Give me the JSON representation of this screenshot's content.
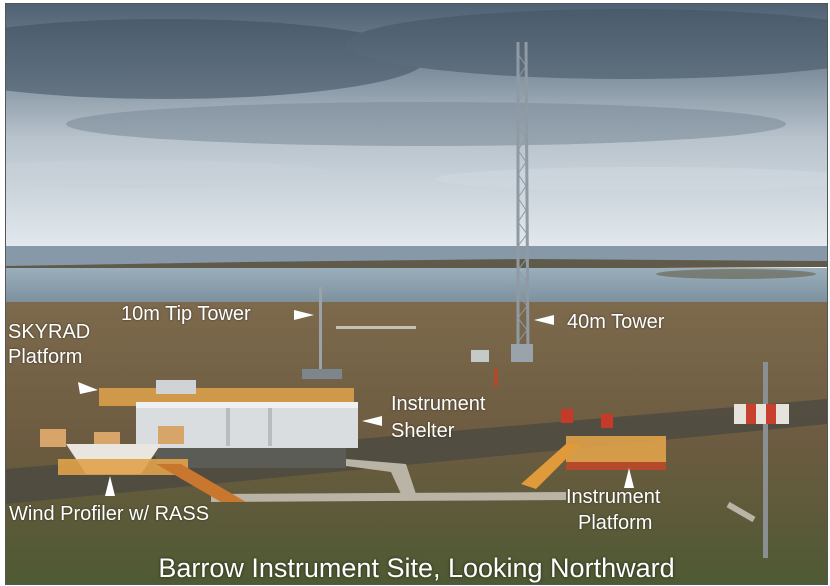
{
  "photo": {
    "caption": "Barrow Instrument Site, Looking Northward",
    "labels": {
      "tip_tower": "10m Tip Tower",
      "tower_40m": "40m Tower",
      "skyrad_line1": "SKYRAD",
      "skyrad_line2": "Platform",
      "shelter_line1": "Instrument",
      "shelter_line2": "Shelter",
      "wind_profiler": "Wind Profiler w/ RASS",
      "platform_line1": "Instrument",
      "platform_line2": "Platform"
    }
  },
  "colors": {
    "sky_top": "#5d6f80",
    "sky_mid": "#a9b6c2",
    "sky_horizon": "#dfe6ec",
    "water": "#8fa3b3",
    "tundra": "#6f5f45",
    "label_text": "#ffffff",
    "railing": "#e0a24a",
    "shelter": "#d9dde0"
  }
}
